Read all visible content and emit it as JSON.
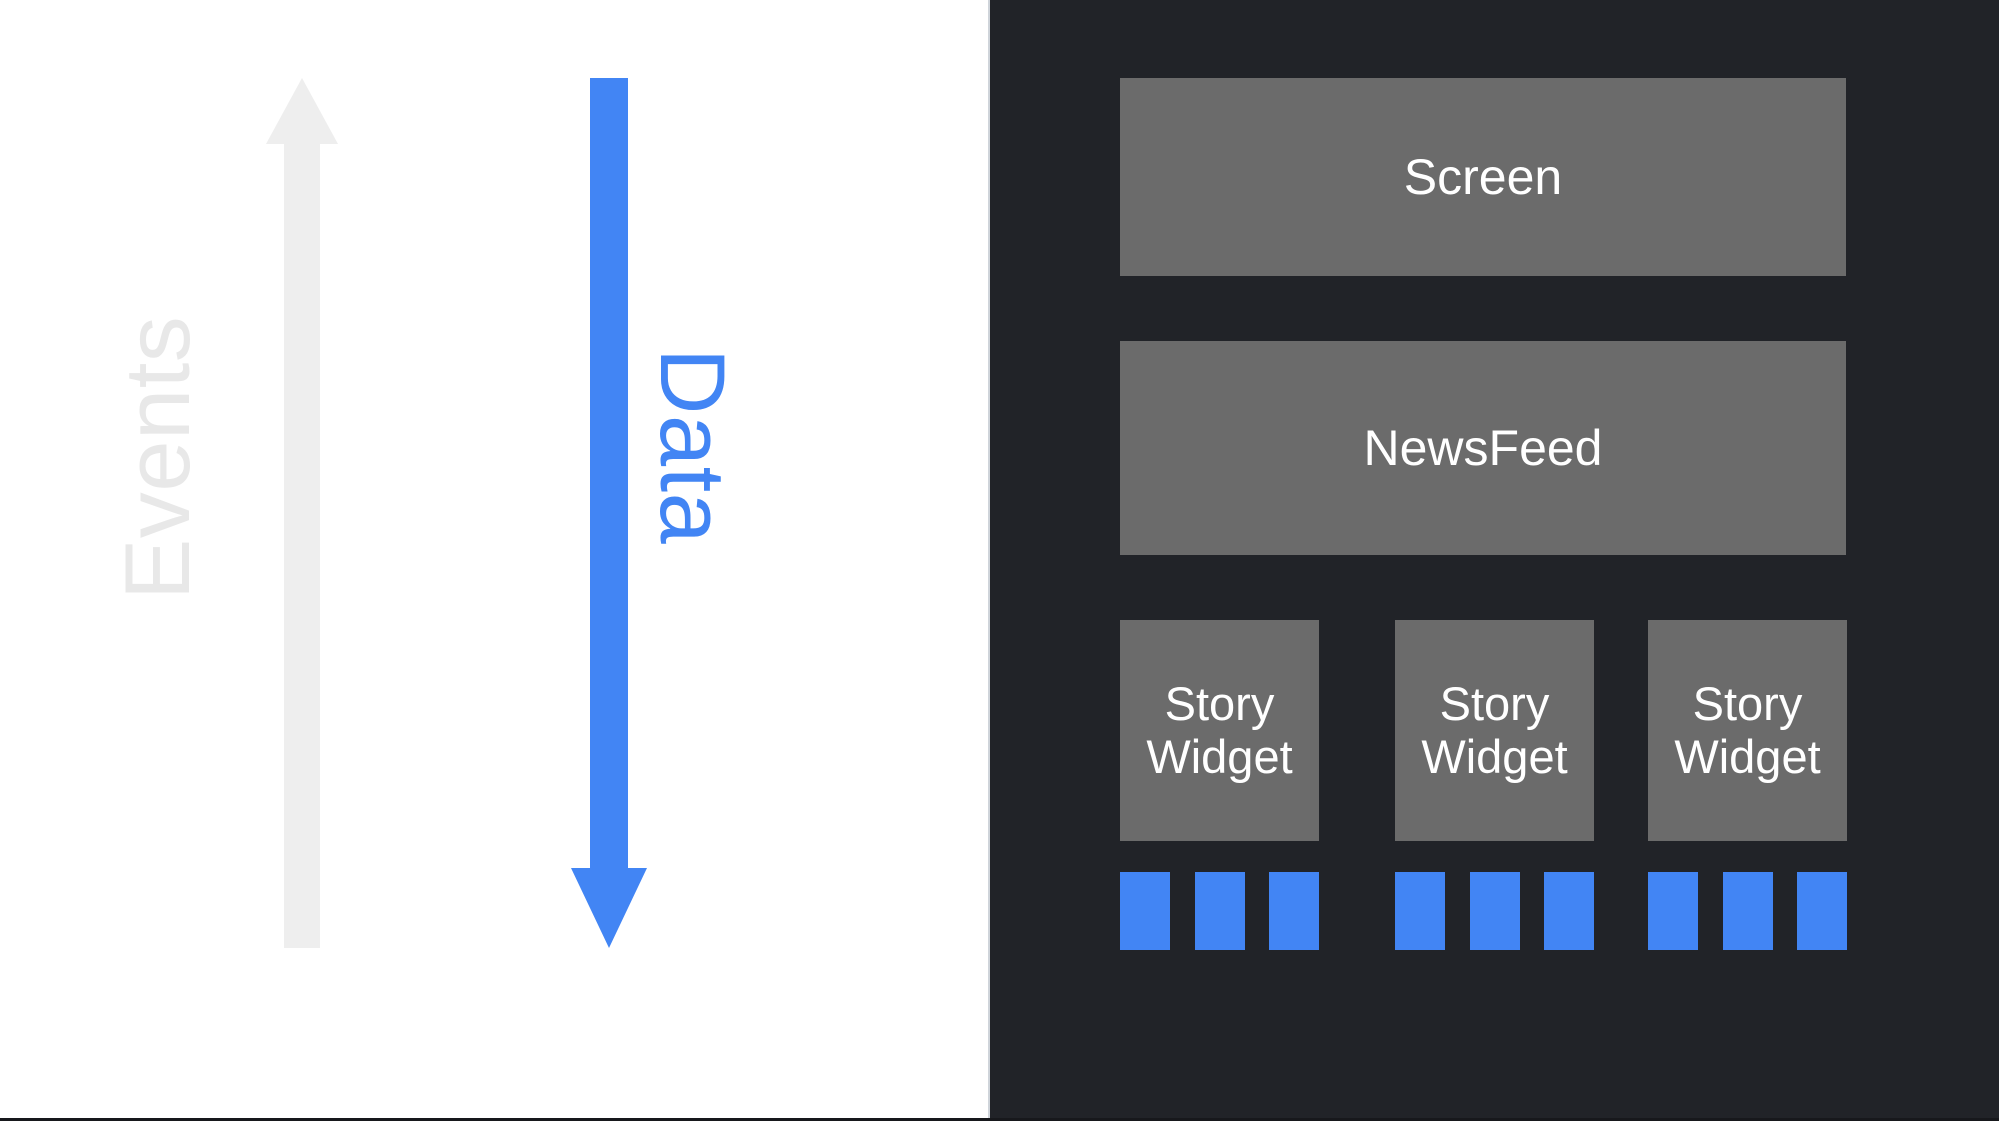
{
  "diagram": {
    "title": "Unidirectional data flow diagram",
    "left_panel": {
      "flows": [
        {
          "id": "events",
          "label": "Events",
          "direction": "up",
          "color": "#e8e8e8",
          "icon": "arrow-up-icon"
        },
        {
          "id": "data",
          "label": "Data",
          "direction": "down",
          "color": "#4285f4",
          "icon": "arrow-down-icon"
        }
      ]
    },
    "right_panel": {
      "background_color": "#212328",
      "node_color": "#6b6b6b",
      "accent_color": "#4285f4",
      "nodes": [
        {
          "id": "screen",
          "label": "Screen",
          "level": 0
        },
        {
          "id": "newsfeed",
          "label": "NewsFeed",
          "level": 1
        }
      ],
      "story_widgets": [
        {
          "id": "story-widget-1",
          "label": "Story\nWidget",
          "line1": "Story",
          "line2": "Widget",
          "bars": 3
        },
        {
          "id": "story-widget-2",
          "label": "Story\nWidget",
          "line1": "Story",
          "line2": "Widget",
          "bars": 3
        },
        {
          "id": "story-widget-3",
          "label": "Story\nWidget",
          "line1": "Story",
          "line2": "Widget",
          "bars": 3
        }
      ],
      "bar_count_total": 9
    }
  }
}
